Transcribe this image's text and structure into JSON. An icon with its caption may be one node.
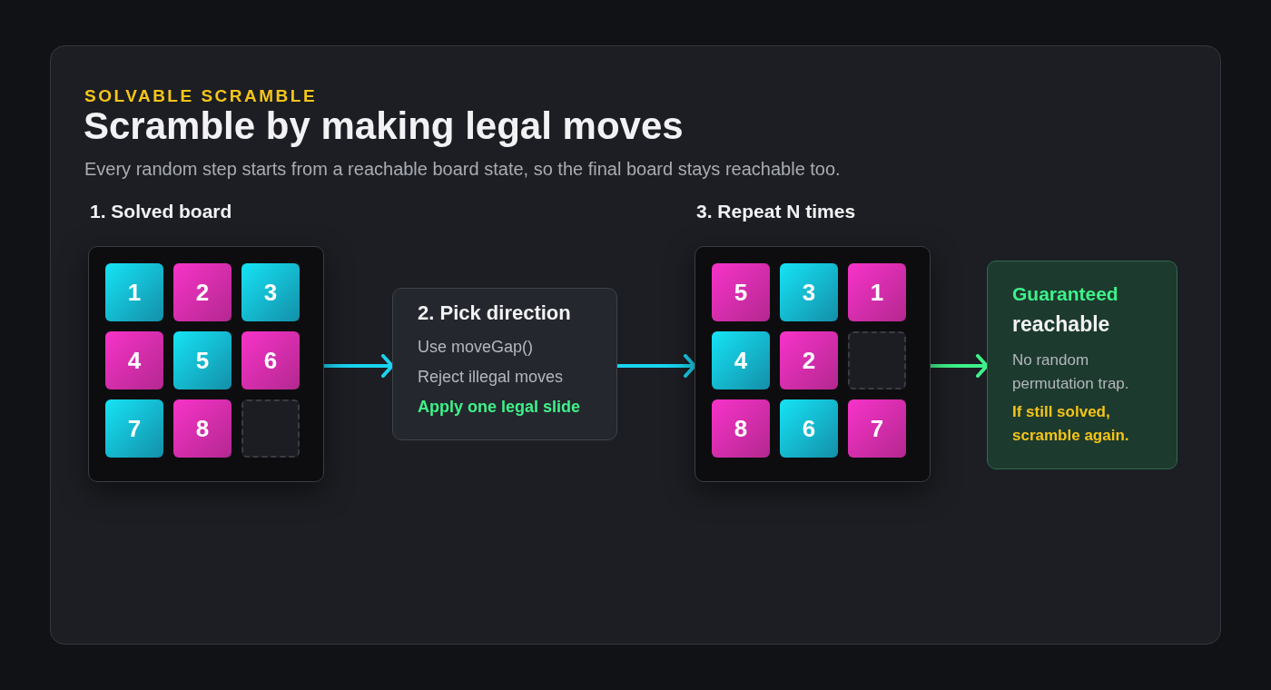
{
  "diagram": {
    "title": "Scramble by making legal moves",
    "nodes": [
      {
        "text": [
          "1. Solved board"
        ]
      },
      {
        "text": [
          "1"
        ],
        "in": 0
      },
      {
        "text": [
          "2"
        ],
        "in": 0
      },
      {
        "text": [
          "3"
        ],
        "in": 0
      },
      {
        "text": [
          "4"
        ],
        "in": 0
      },
      {
        "text": [
          "5"
        ],
        "in": 0
      },
      {
        "text": [
          "6"
        ],
        "in": 0
      },
      {
        "text": [
          "7"
        ],
        "in": 0
      },
      {
        "text": [
          "8"
        ],
        "in": 0
      },
      {
        "text": [],
        "shape": "box",
        "in": 0
      },
      {
        "text": [
          "2. Pick direction",
          "Use moveGap()",
          "Reject illegal moves",
          "Apply one legal slide"
        ]
      },
      {
        "text": [
          "3. Repeat N times"
        ]
      },
      {
        "text": [
          "5"
        ],
        "in": 11
      },
      {
        "text": [
          "3"
        ],
        "in": 11
      },
      {
        "text": [
          "1"
        ],
        "in": 11
      },
      {
        "text": [
          "4"
        ],
        "in": 11
      },
      {
        "text": [
          "2"
        ],
        "in": 11
      },
      {
        "text": [],
        "shape": "box",
        "in": 11
      },
      {
        "text": [
          "8"
        ],
        "in": 11
      },
      {
        "text": [
          "6"
        ],
        "in": 11
      },
      {
        "text": [
          "7"
        ],
        "in": 11
      },
      {
        "text": [
          "Guaranteed",
          "reachable",
          "No random permutation trap.",
          "If still solved, scramble again."
        ]
      }
    ],
    "edges": [
      {
        "from": 0,
        "to": 10,
        "arrow": "to"
      },
      {
        "from": 10,
        "to": 11,
        "arrow": "to"
      },
      {
        "from": 11,
        "to": 21,
        "arrow": "to",
        "color": "#3ef28a"
      }
    ],
    "labels": [
      "SOLVABLE SCRAMBLE",
      "Every random step starts from a reachable board state, so the final board stays reachable too."
    ]
  }
}
